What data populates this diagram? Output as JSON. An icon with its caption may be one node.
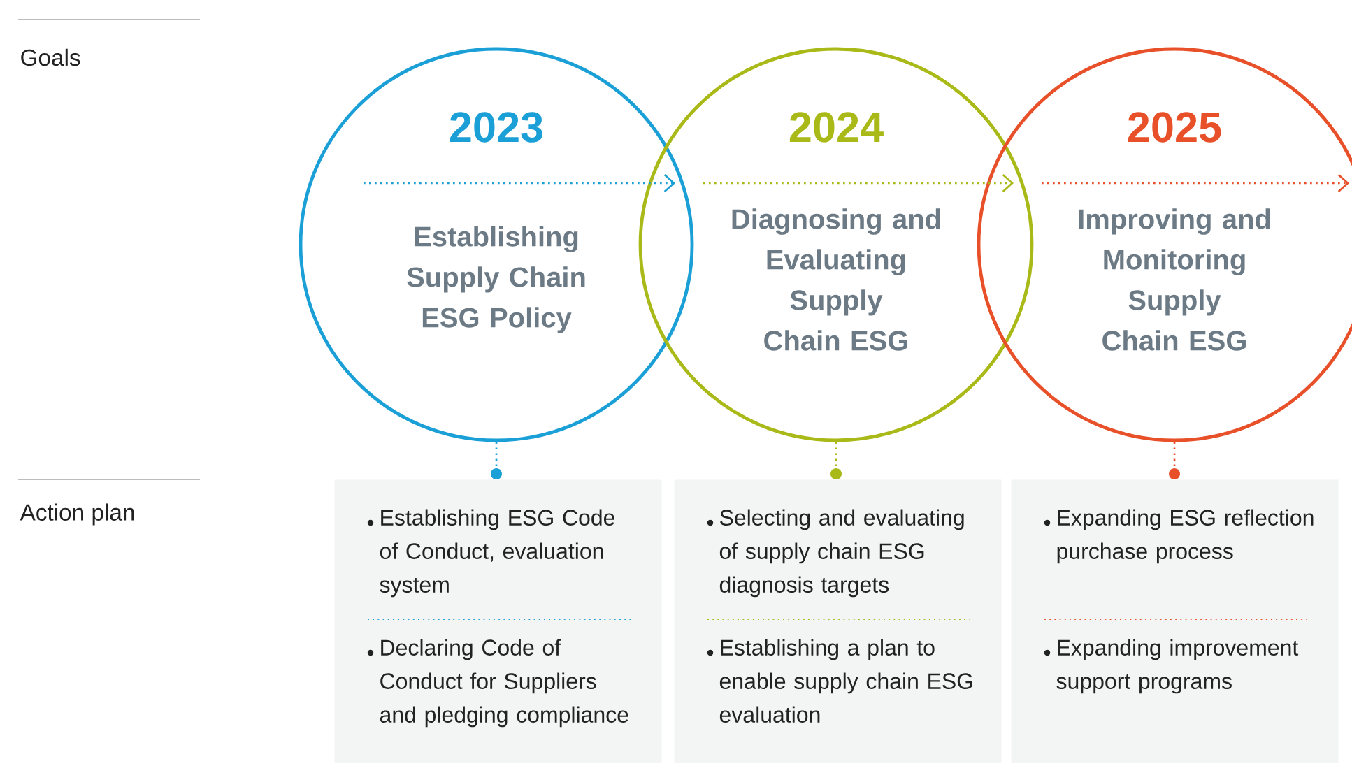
{
  "diagram": {
    "nodes": [
      {
        "text": [
          "2023",
          "Establishing Supply Chain ESG Policy"
        ]
      },
      {
        "text": [
          "2024",
          "Diagnosing and Evaluating Supply Chain ESG"
        ]
      },
      {
        "text": [
          "2025",
          "Improving and Monitoring Supply Chain ESG"
        ]
      },
      {
        "text": [
          "Establishing ESG Code of Conduct, evaluation system",
          "Declaring Code of Conduct for Suppliers and pledging compliance"
        ]
      },
      {
        "text": [
          "Selecting and evaluating of supply chain ESG diagnosis targets",
          "Establishing a plan to enable supply chain ESG evaluation"
        ]
      },
      {
        "text": [
          "Expanding ESG reflection purchase process",
          "Expanding improvement support programs"
        ]
      }
    ],
    "edges": [
      {
        "from": 0,
        "to": 1,
        "arrow": "to",
        "style": "dashed",
        "color": "#1a9fd6"
      },
      {
        "from": 1,
        "to": 2,
        "arrow": "to",
        "style": "dashed",
        "color": "#a9b917"
      },
      {
        "from": 2,
        "to": null,
        "arrow": "to",
        "style": "dashed",
        "color": "#e8502a"
      },
      {
        "from": 0,
        "to": 3,
        "arrow": "other",
        "style": "dashed",
        "color": "#1a9fd6"
      },
      {
        "from": 1,
        "to": 4,
        "arrow": "other",
        "style": "dashed",
        "color": "#a9b917"
      },
      {
        "from": 2,
        "to": 5,
        "arrow": "other",
        "style": "dashed",
        "color": "#e8502a"
      }
    ],
    "labels": [
      "Goals",
      "Action plan"
    ]
  }
}
